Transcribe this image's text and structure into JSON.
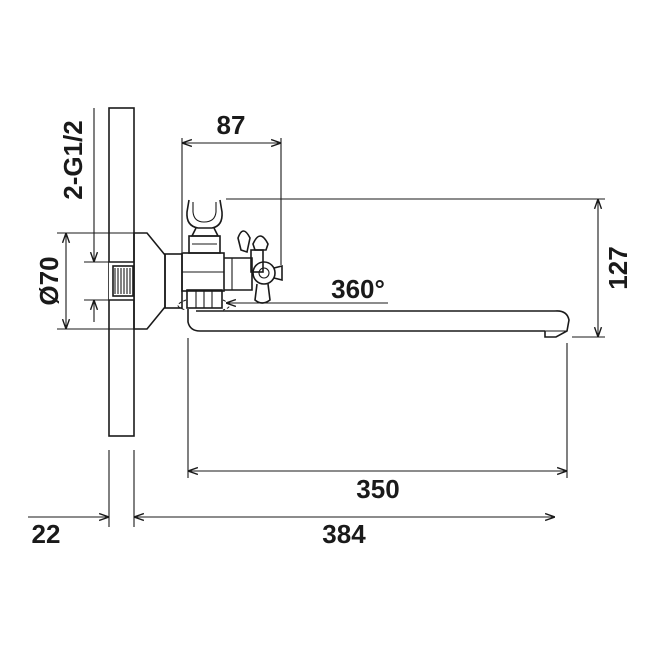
{
  "drawing": {
    "dimensions": {
      "thread": "2-G1/2",
      "diameter": "Ø70",
      "width_87": "87",
      "height_127": "127",
      "rotation": "360°",
      "spout_350": "350",
      "total_384": "384",
      "wall_22": "22"
    }
  }
}
